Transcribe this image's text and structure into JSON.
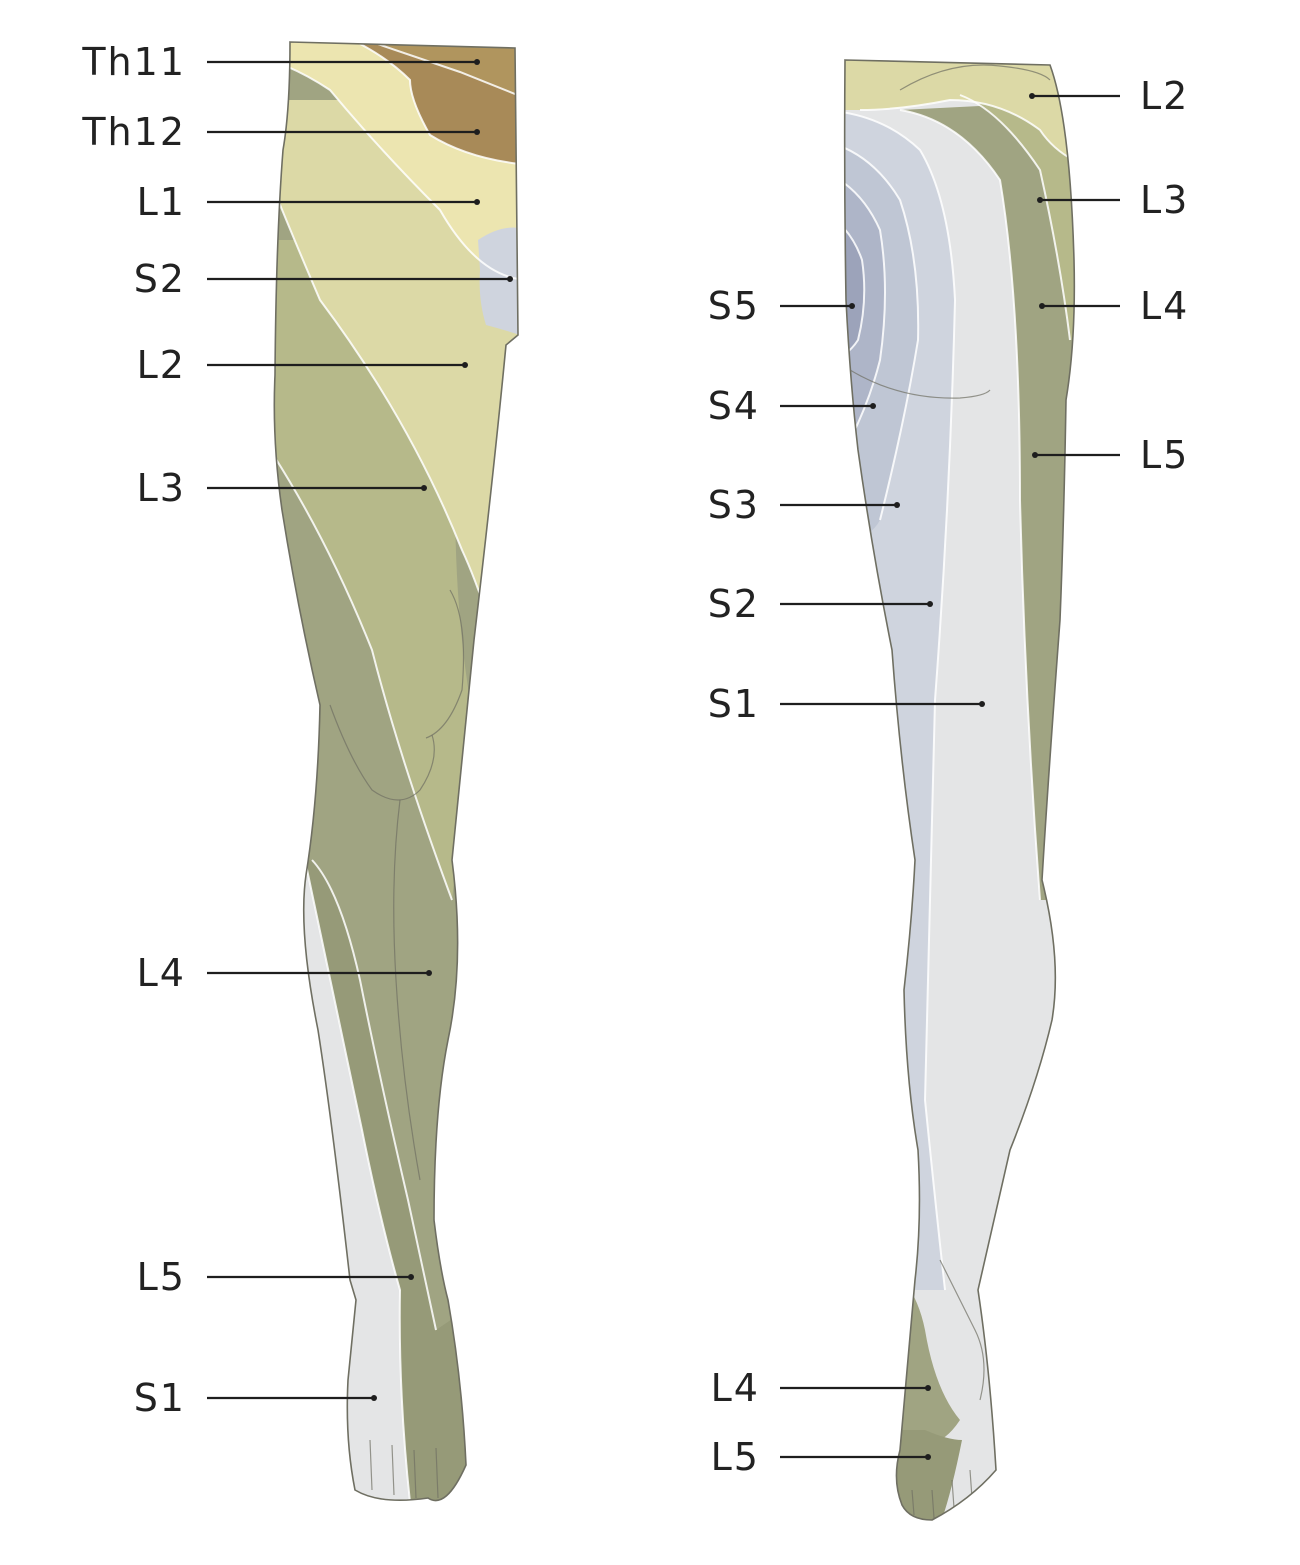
{
  "figure": {
    "anterior_view": {
      "labels": [
        "Th11",
        "Th12",
        "L1",
        "S2",
        "L2",
        "L3",
        "L4",
        "L5",
        "S1"
      ]
    },
    "posterior_view": {
      "labels_right": [
        "L2",
        "L3",
        "L4",
        "L5"
      ],
      "labels_left": [
        "S5",
        "S4",
        "S3",
        "S2",
        "S1",
        "L4",
        "L5"
      ]
    },
    "colors": {
      "Th11": "#b0955e",
      "Th12": "#a88a58",
      "L1": "#ece5b0",
      "L2": "#dcd9a6",
      "L3": "#b6b98a",
      "L4": "#a0a482",
      "L5": "#969a78",
      "S1": "#e4e5e6",
      "S2": "#cfd4de",
      "S3": "#bfc6d4",
      "S4": "#aeb5c8",
      "S5": "#9ca3ba"
    }
  }
}
